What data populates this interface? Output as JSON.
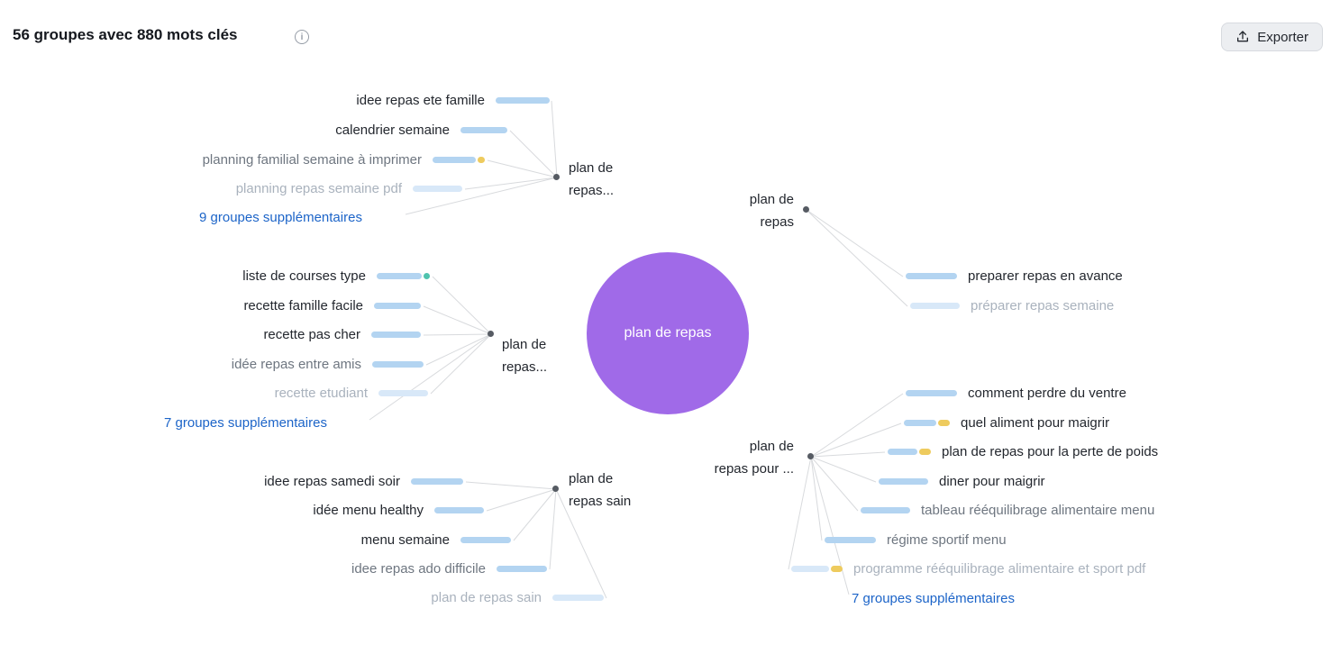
{
  "header": {
    "title": "56 groupes avec 880 mots clés",
    "export_label": "Exporter"
  },
  "colors": {
    "center_node_purple": "#a06ae8",
    "bar_blue": "#b3d4f1",
    "bar_blue_light": "#d8e8f8",
    "bar_yellow": "#eecb5e",
    "bar_teal": "#4fc3ae",
    "link_blue": "#1c64c8"
  },
  "center": {
    "label": "plan de repas"
  },
  "clusters": {
    "top_left": {
      "node": {
        "line1": "plan de",
        "line2": "repas..."
      },
      "keywords": [
        "idee repas ete famille",
        "calendrier semaine",
        "planning familial semaine à imprimer",
        "planning repas semaine pdf"
      ],
      "more_link": "9 groupes supplémentaires"
    },
    "mid_left": {
      "node": {
        "line1": "plan de",
        "line2": "repas..."
      },
      "keywords": [
        "liste de courses type",
        "recette famille facile",
        "recette pas cher",
        "idée repas entre amis",
        "recette etudiant"
      ],
      "more_link": "7 groupes supplémentaires"
    },
    "bottom_left": {
      "node": {
        "line1": "plan de",
        "line2": "repas sain"
      },
      "keywords": [
        "idee repas samedi soir",
        "idée menu healthy",
        "menu semaine",
        "idee repas ado difficile",
        "plan de repas sain"
      ]
    },
    "top_right": {
      "node": {
        "line1": "plan de",
        "line2": "repas"
      },
      "keywords": [
        "preparer repas en avance",
        "préparer repas semaine"
      ]
    },
    "bottom_right": {
      "node": {
        "line1": "plan de",
        "line2": "repas pour ..."
      },
      "keywords": [
        "comment perdre du ventre",
        "quel aliment pour maigrir",
        "plan de repas pour la perte de poids",
        "diner pour maigrir",
        "tableau rééquilibrage alimentaire menu",
        "régime sportif menu",
        "programme rééquilibrage alimentaire et sport pdf"
      ],
      "more_link": "7 groupes supplémentaires"
    }
  }
}
